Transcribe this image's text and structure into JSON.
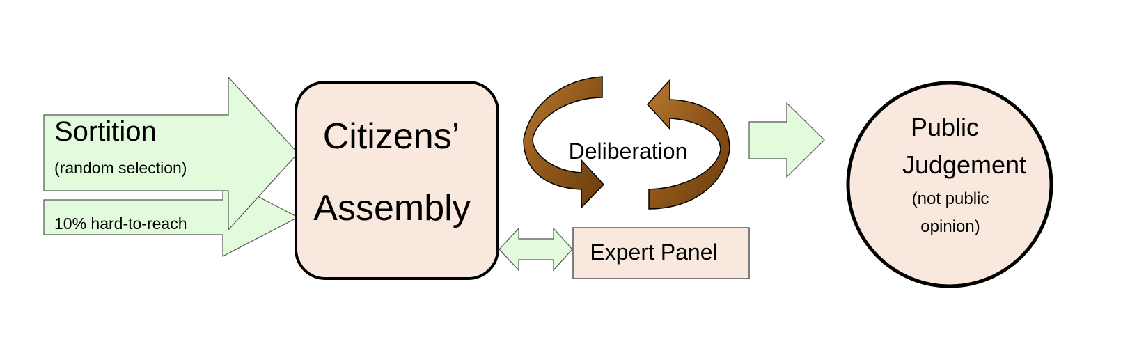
{
  "inputs": {
    "sortition_title": "Sortition",
    "sortition_sub": "(random selection)",
    "hard_to_reach": "10% hard-to-reach"
  },
  "assembly": {
    "line1": "Citizens’",
    "line2": "Assembly"
  },
  "deliberation": {
    "label": "Deliberation"
  },
  "expert_panel": {
    "label": "Expert Panel"
  },
  "outcome": {
    "line1": "Public",
    "line2": "Judgement",
    "line3": "(not public",
    "line4": "opinion)"
  },
  "colors": {
    "arrow_fill": "#e2fbdc",
    "box_fill": "#f9e8dd",
    "deliberation_arrow": "#9a5f1f",
    "outline": "#000000"
  }
}
